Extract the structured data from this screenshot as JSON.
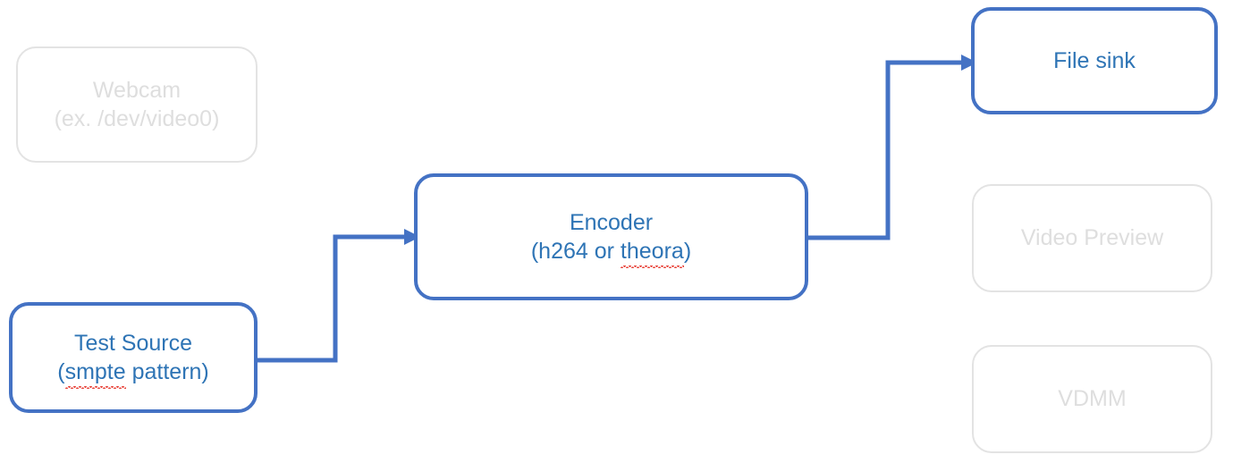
{
  "diagram": {
    "title": "GStreamer video pipeline block diagram",
    "colors": {
      "active_border": "#4472c4",
      "active_text": "#2e74b5",
      "disabled_border": "#e3e3e3",
      "disabled_text": "#dedede",
      "connector": "#4472c4",
      "spellcheck_underline": "#e8453c",
      "background": "#ffffff"
    },
    "nodes": [
      {
        "id": "webcam",
        "state": "disabled",
        "line1": "Webcam",
        "line2": "(ex. /dev/video0)",
        "full_label": "Webcam\n(ex. /dev/video0)"
      },
      {
        "id": "test-source",
        "state": "active",
        "line1": "Test Source",
        "line2_prefix": "(",
        "line2_misspelled": "smpte",
        "line2_suffix": " pattern)",
        "full_label": "Test Source\n(smpte pattern)"
      },
      {
        "id": "encoder",
        "state": "active",
        "line1": "Encoder",
        "line2_prefix": "(h264 or ",
        "line2_misspelled": "theora",
        "line2_suffix": ")",
        "full_label": "Encoder\n(h264 or theora)"
      },
      {
        "id": "file-sink",
        "state": "active",
        "line1": "File sink",
        "full_label": "File sink"
      },
      {
        "id": "video-preview",
        "state": "disabled",
        "line1": "Video Preview",
        "full_label": "Video Preview"
      },
      {
        "id": "vdmm",
        "state": "disabled",
        "line1": "VDMM",
        "full_label": "VDMM"
      }
    ],
    "connectors": [
      {
        "id": "test-source-to-encoder",
        "from": "test-source",
        "to": "encoder",
        "arrowhead": "end"
      },
      {
        "id": "encoder-to-file-sink",
        "from": "encoder",
        "to": "file-sink",
        "arrowhead": "end"
      }
    ]
  }
}
